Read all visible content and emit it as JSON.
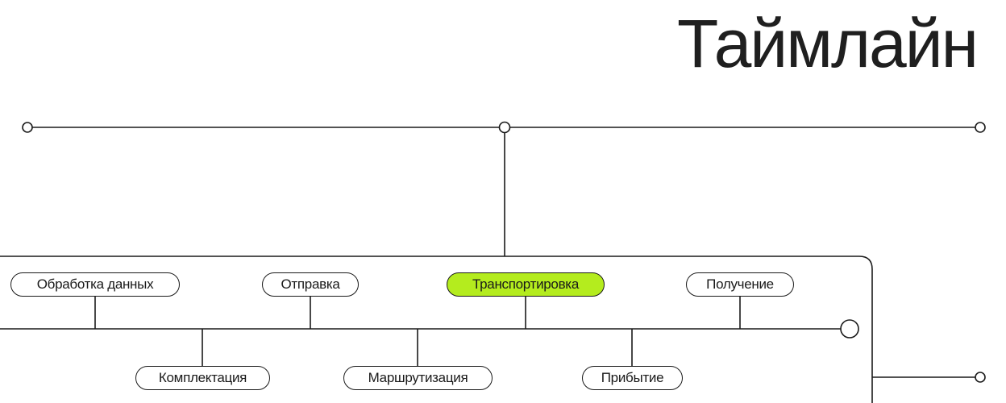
{
  "title": "Таймлайн",
  "colors": {
    "line": "#1a1a1a",
    "accent": "#b4ec1e",
    "background": "#ffffff"
  },
  "stages_top": [
    {
      "label": "Обработка данных",
      "active": false
    },
    {
      "label": "Отправка",
      "active": false
    },
    {
      "label": "Транспортировка",
      "active": true
    },
    {
      "label": "Получение",
      "active": false
    }
  ],
  "stages_bottom": [
    {
      "label": "Комплектация",
      "active": false
    },
    {
      "label": "Маршрутизация",
      "active": false
    },
    {
      "label": "Прибытие",
      "active": false
    }
  ]
}
